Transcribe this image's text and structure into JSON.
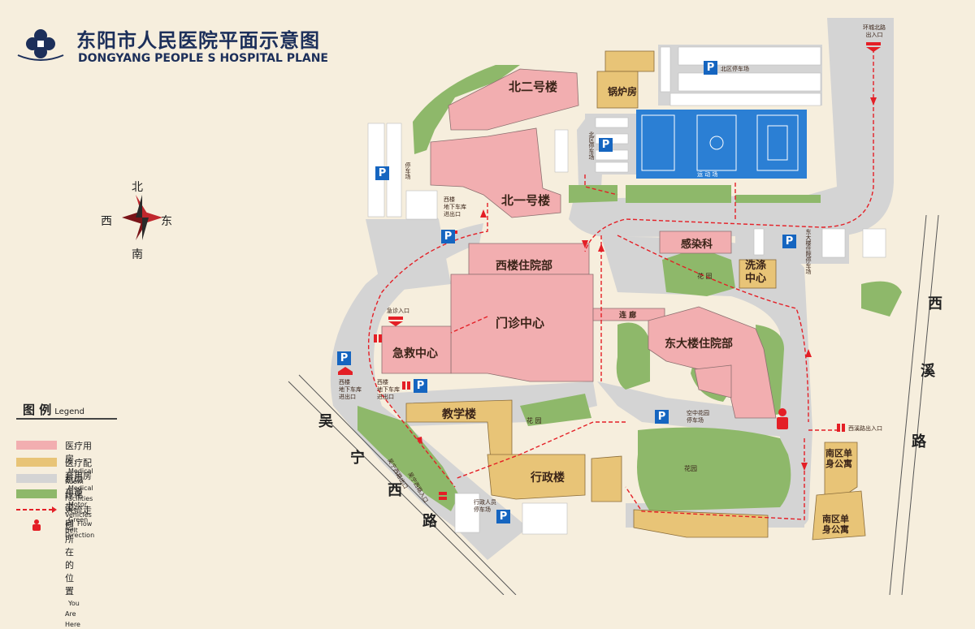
{
  "header": {
    "title_zh": "东阳市人民医院平面示意图",
    "title_en": "DONGYANG PEOPLE S HOSPITAL PLANE"
  },
  "compass": {
    "north": "北",
    "south": "南",
    "east": "东",
    "west": "西"
  },
  "buildings": {
    "north2": "北二号楼",
    "north1": "北一号楼",
    "boiler": "锅炉房",
    "west_ward": "西楼住院部",
    "outpatient": "门诊中心",
    "emergency": "急救中心",
    "corridor": "连  廊",
    "east_ward": "东大楼住院部",
    "infection": "感染科",
    "laundry": "洗涤\n中心",
    "teaching": "教学楼",
    "admin": "行政楼",
    "south_apt_1": "南区单\n身公寓",
    "south_apt_2": "南区单\n身公寓"
  },
  "areas": {
    "sports": "运  动  场",
    "garden_1": "花 园",
    "garden_2": "花 园",
    "garden_3": "花园"
  },
  "parking": {
    "symbol": "P",
    "north_zone": "北区停车场",
    "north_zone_v": "北区停车场",
    "west_v": "停车场",
    "west_basement": "西楼\n地下车库\n进出口",
    "west_basement_2": "西楼\n地下车库\n进出口",
    "east_ward_v": "东大楼住院停车场",
    "sky_garden": "空中花园\n停车场",
    "admin_staff": "行政人员\n停车场",
    "emergency_v": "急诊入口"
  },
  "entrances": {
    "ring_north": "环城北路\n出入口",
    "emergency": "急诊入口",
    "xixi": "西溪路出入口",
    "wuning_1": "吴宁西路出口",
    "wuning_2": "吴宁西路入口"
  },
  "roads": {
    "wuning_chars": [
      "吴",
      "宁",
      "西",
      "路"
    ],
    "xixi_chars": [
      "西",
      "溪",
      "路"
    ]
  },
  "legend": {
    "title": "图 例",
    "title_en": "Legend",
    "items": [
      {
        "zh": "医疗用房",
        "en": "Medical Room",
        "color": "#f2aeb0"
      },
      {
        "zh": "医疗配套用房",
        "en": "Medical Facilities Use",
        "color": "#e8c477"
      },
      {
        "zh": "机动车道",
        "en": "Motor Vehicles",
        "color": "#d4d4d4"
      },
      {
        "zh": "绿化带",
        "en": "Green Belt",
        "color": "#8eb86a"
      },
      {
        "zh": "人流走向",
        "en": "Flow Direction",
        "color": "#e41f26"
      },
      {
        "zh": "您所在的位置",
        "en": "You Are Here",
        "color": "#e41f26"
      }
    ]
  },
  "colors": {
    "background": "#f6eedd",
    "medical": "#f2aeb0",
    "facility": "#e8c477",
    "road": "#d4d4d4",
    "green": "#8eb86a",
    "sports": "#2b7fd4",
    "flow": "#e41f26",
    "parking": "#1565c0",
    "title": "#1c2f5a"
  }
}
